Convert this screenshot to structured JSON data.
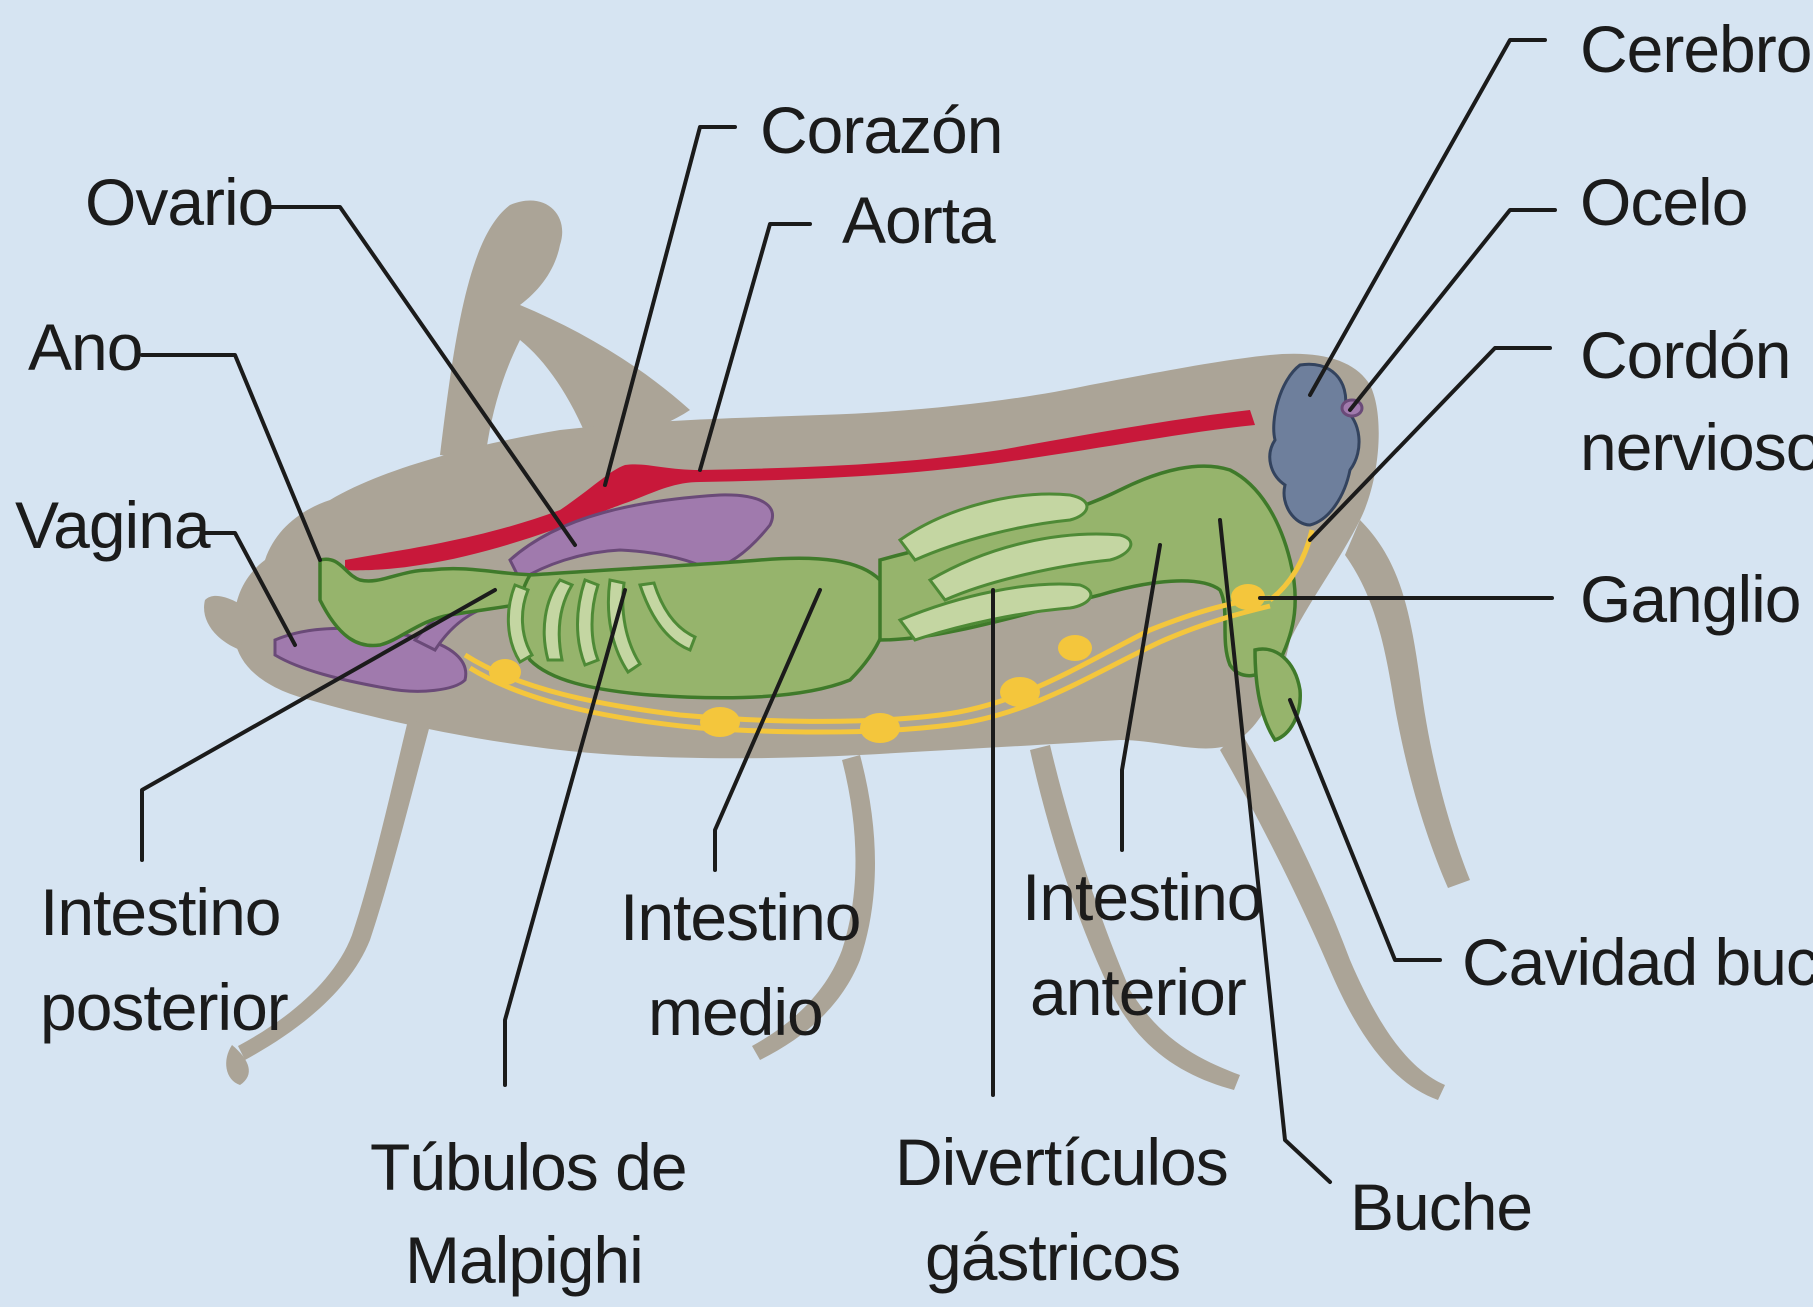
{
  "labels": {
    "cerebro": "Cerebro",
    "corazon": "Corazón",
    "ocelo": "Ocelo",
    "ovario": "Ovario",
    "aorta": "Aorta",
    "ano": "Ano",
    "cordon_1": "Cordón",
    "cordon_2": "nervioso",
    "vagina": "Vagina",
    "ganglio": "Ganglio",
    "intestino_posterior_1": "Intestino",
    "intestino_posterior_2": "posterior",
    "intestino_medio_1": "Intestino",
    "intestino_medio_2": "medio",
    "intestino_anterior_1": "Intestino",
    "intestino_anterior_2": "anterior",
    "cavidad_bucal": "Cavidad bucal",
    "tubulos_1": "Túbulos de",
    "tubulos_2": "Malpighi",
    "diverticulos_1": "Divertículos",
    "diverticulos_2": "gástricos",
    "buche": "Buche"
  },
  "colors": {
    "background": "#d6e4f2",
    "body": "#aba497",
    "heart_aorta": "#c8183a",
    "digestive": "#96b46c",
    "reproductive": "#a07aad",
    "nervous": "#f4c63c",
    "brain": "#6e7f9c"
  }
}
